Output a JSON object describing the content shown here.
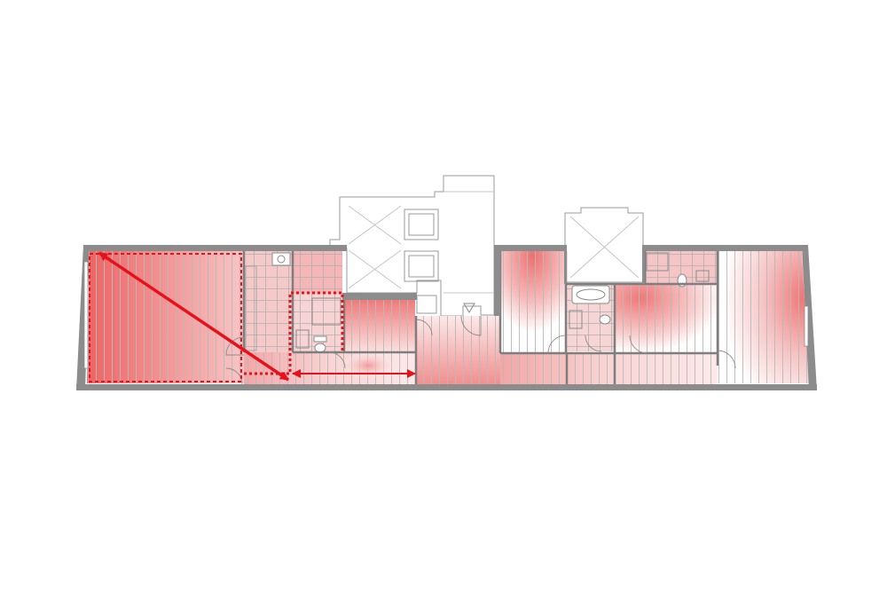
{
  "colors": {
    "background": "#ffffff",
    "wall": "#8c8c8c",
    "wall_dark": "#6e6e6e",
    "outline": "#9a9a9a",
    "floor_line": "#b9b9b9",
    "heat_strong": "#ec6464",
    "heat_light": "#fbe3e3",
    "arrow": "#e8101a"
  },
  "drawing": {
    "type": "floor-plan",
    "overlay": "daylight-heatmap",
    "annotations": [
      "diagonal-double-arrow",
      "horizontal-double-arrow",
      "dashed-outline"
    ]
  }
}
